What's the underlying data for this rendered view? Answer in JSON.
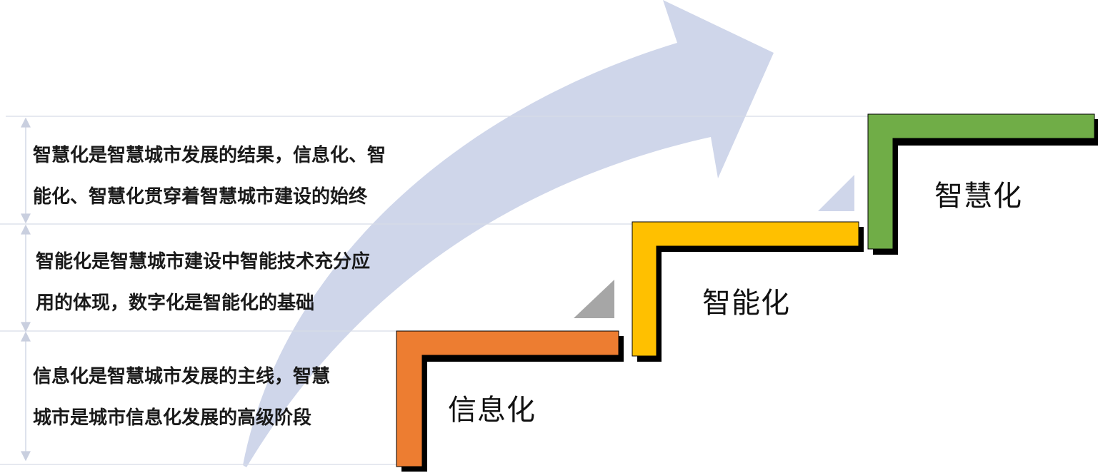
{
  "colors": {
    "arrow": "#cfd6ea",
    "guide_line": "#d8dce8",
    "step_shadow": "#000000",
    "wedge_gray": "#a6a6a6",
    "wedge_blue": "#cfd6ea",
    "step1": "#ed7d31",
    "step2": "#ffc000",
    "step3": "#70ad47"
  },
  "steps": [
    {
      "label": "信息化",
      "color": "#ed7d31"
    },
    {
      "label": "智能化",
      "color": "#ffc000"
    },
    {
      "label": "智慧化",
      "color": "#70ad47"
    }
  ],
  "descriptions": [
    {
      "line1": "智慧化是智慧城市发展的结果，信息化、智",
      "line2": "能化、智慧化贯穿着智慧城市建设的始终"
    },
    {
      "line1": "智能化是智慧城市建设中智能技术充分应",
      "line2": "用的体现，数字化是智能化的基础"
    },
    {
      "line1": "信息化是智慧城市发展的主线，智慧",
      "line2": "城市是城市信息化发展的高级阶段"
    }
  ]
}
